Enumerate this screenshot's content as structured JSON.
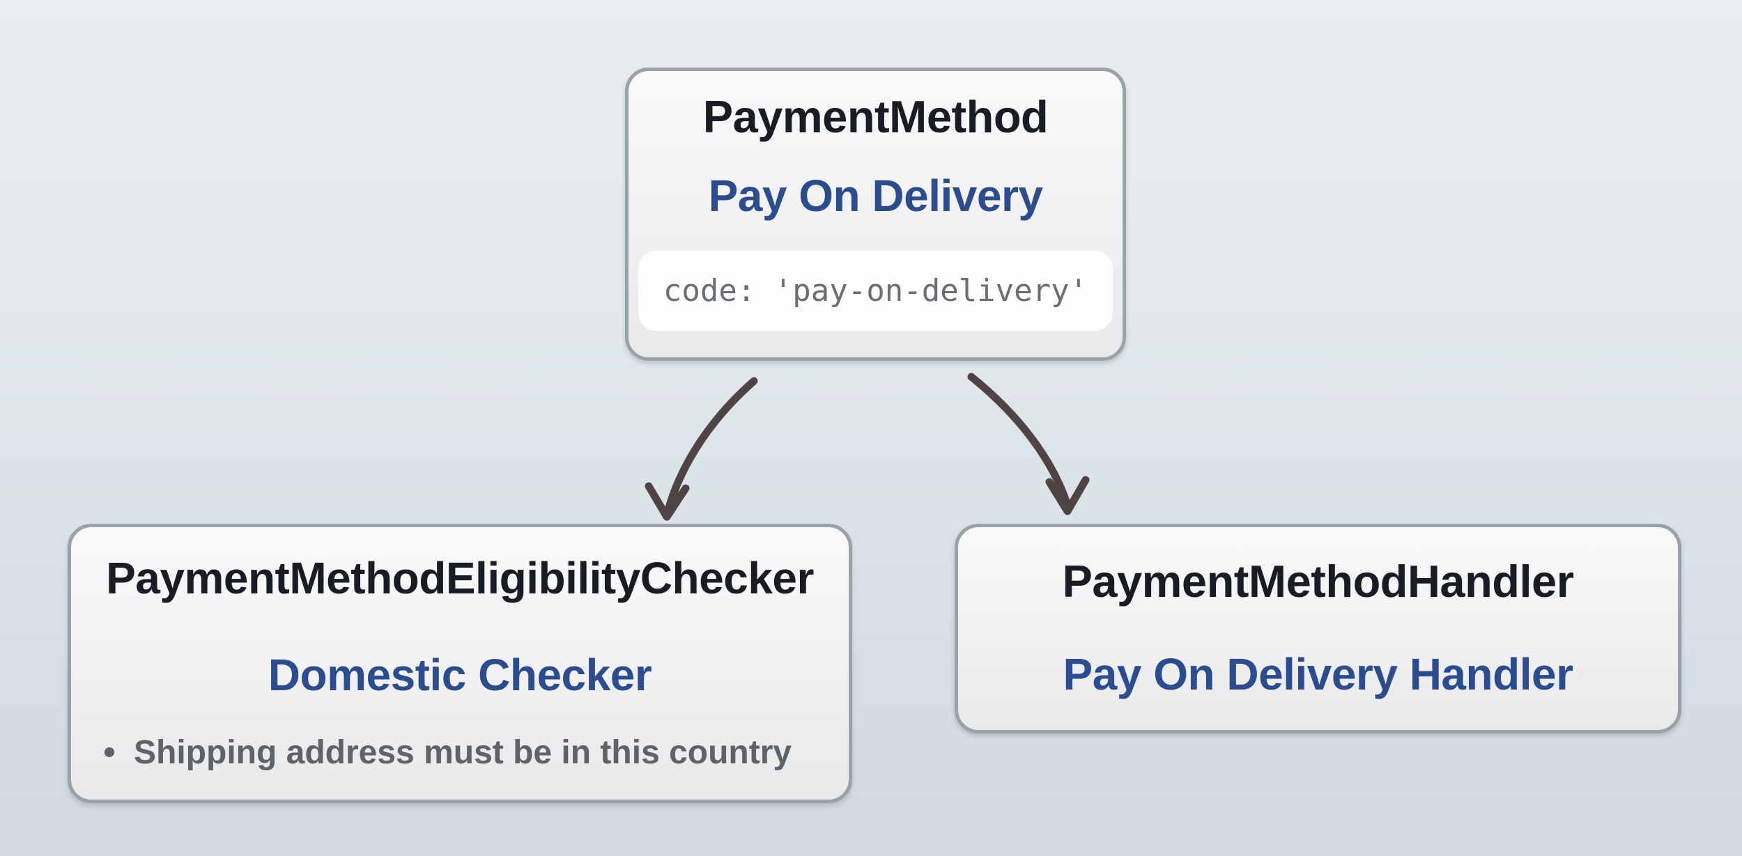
{
  "nodes": {
    "payment_method": {
      "title": "PaymentMethod",
      "subtitle": "Pay On Delivery",
      "code": "code: 'pay-on-delivery'"
    },
    "eligibility_checker": {
      "title": "PaymentMethodEligibilityChecker",
      "subtitle": "Domestic Checker",
      "bullets": [
        "Shipping address must be in this country"
      ]
    },
    "handler": {
      "title": "PaymentMethodHandler",
      "subtitle": "Pay On Delivery Handler"
    }
  },
  "edges": [
    {
      "from": "payment_method",
      "to": "eligibility_checker"
    },
    {
      "from": "payment_method",
      "to": "handler"
    }
  ],
  "colors": {
    "background_top": "#e8edf1",
    "background_bottom": "#cfd9df",
    "node_border": "#98a2a7",
    "node_fill": "#f1f1f3",
    "title_text": "#181c25",
    "accent_blue": "#2b4d8f",
    "muted_gray": "#5d6367",
    "code_text": "#696e72",
    "code_background": "#fdfdfe",
    "arrow": "#4f4344"
  }
}
